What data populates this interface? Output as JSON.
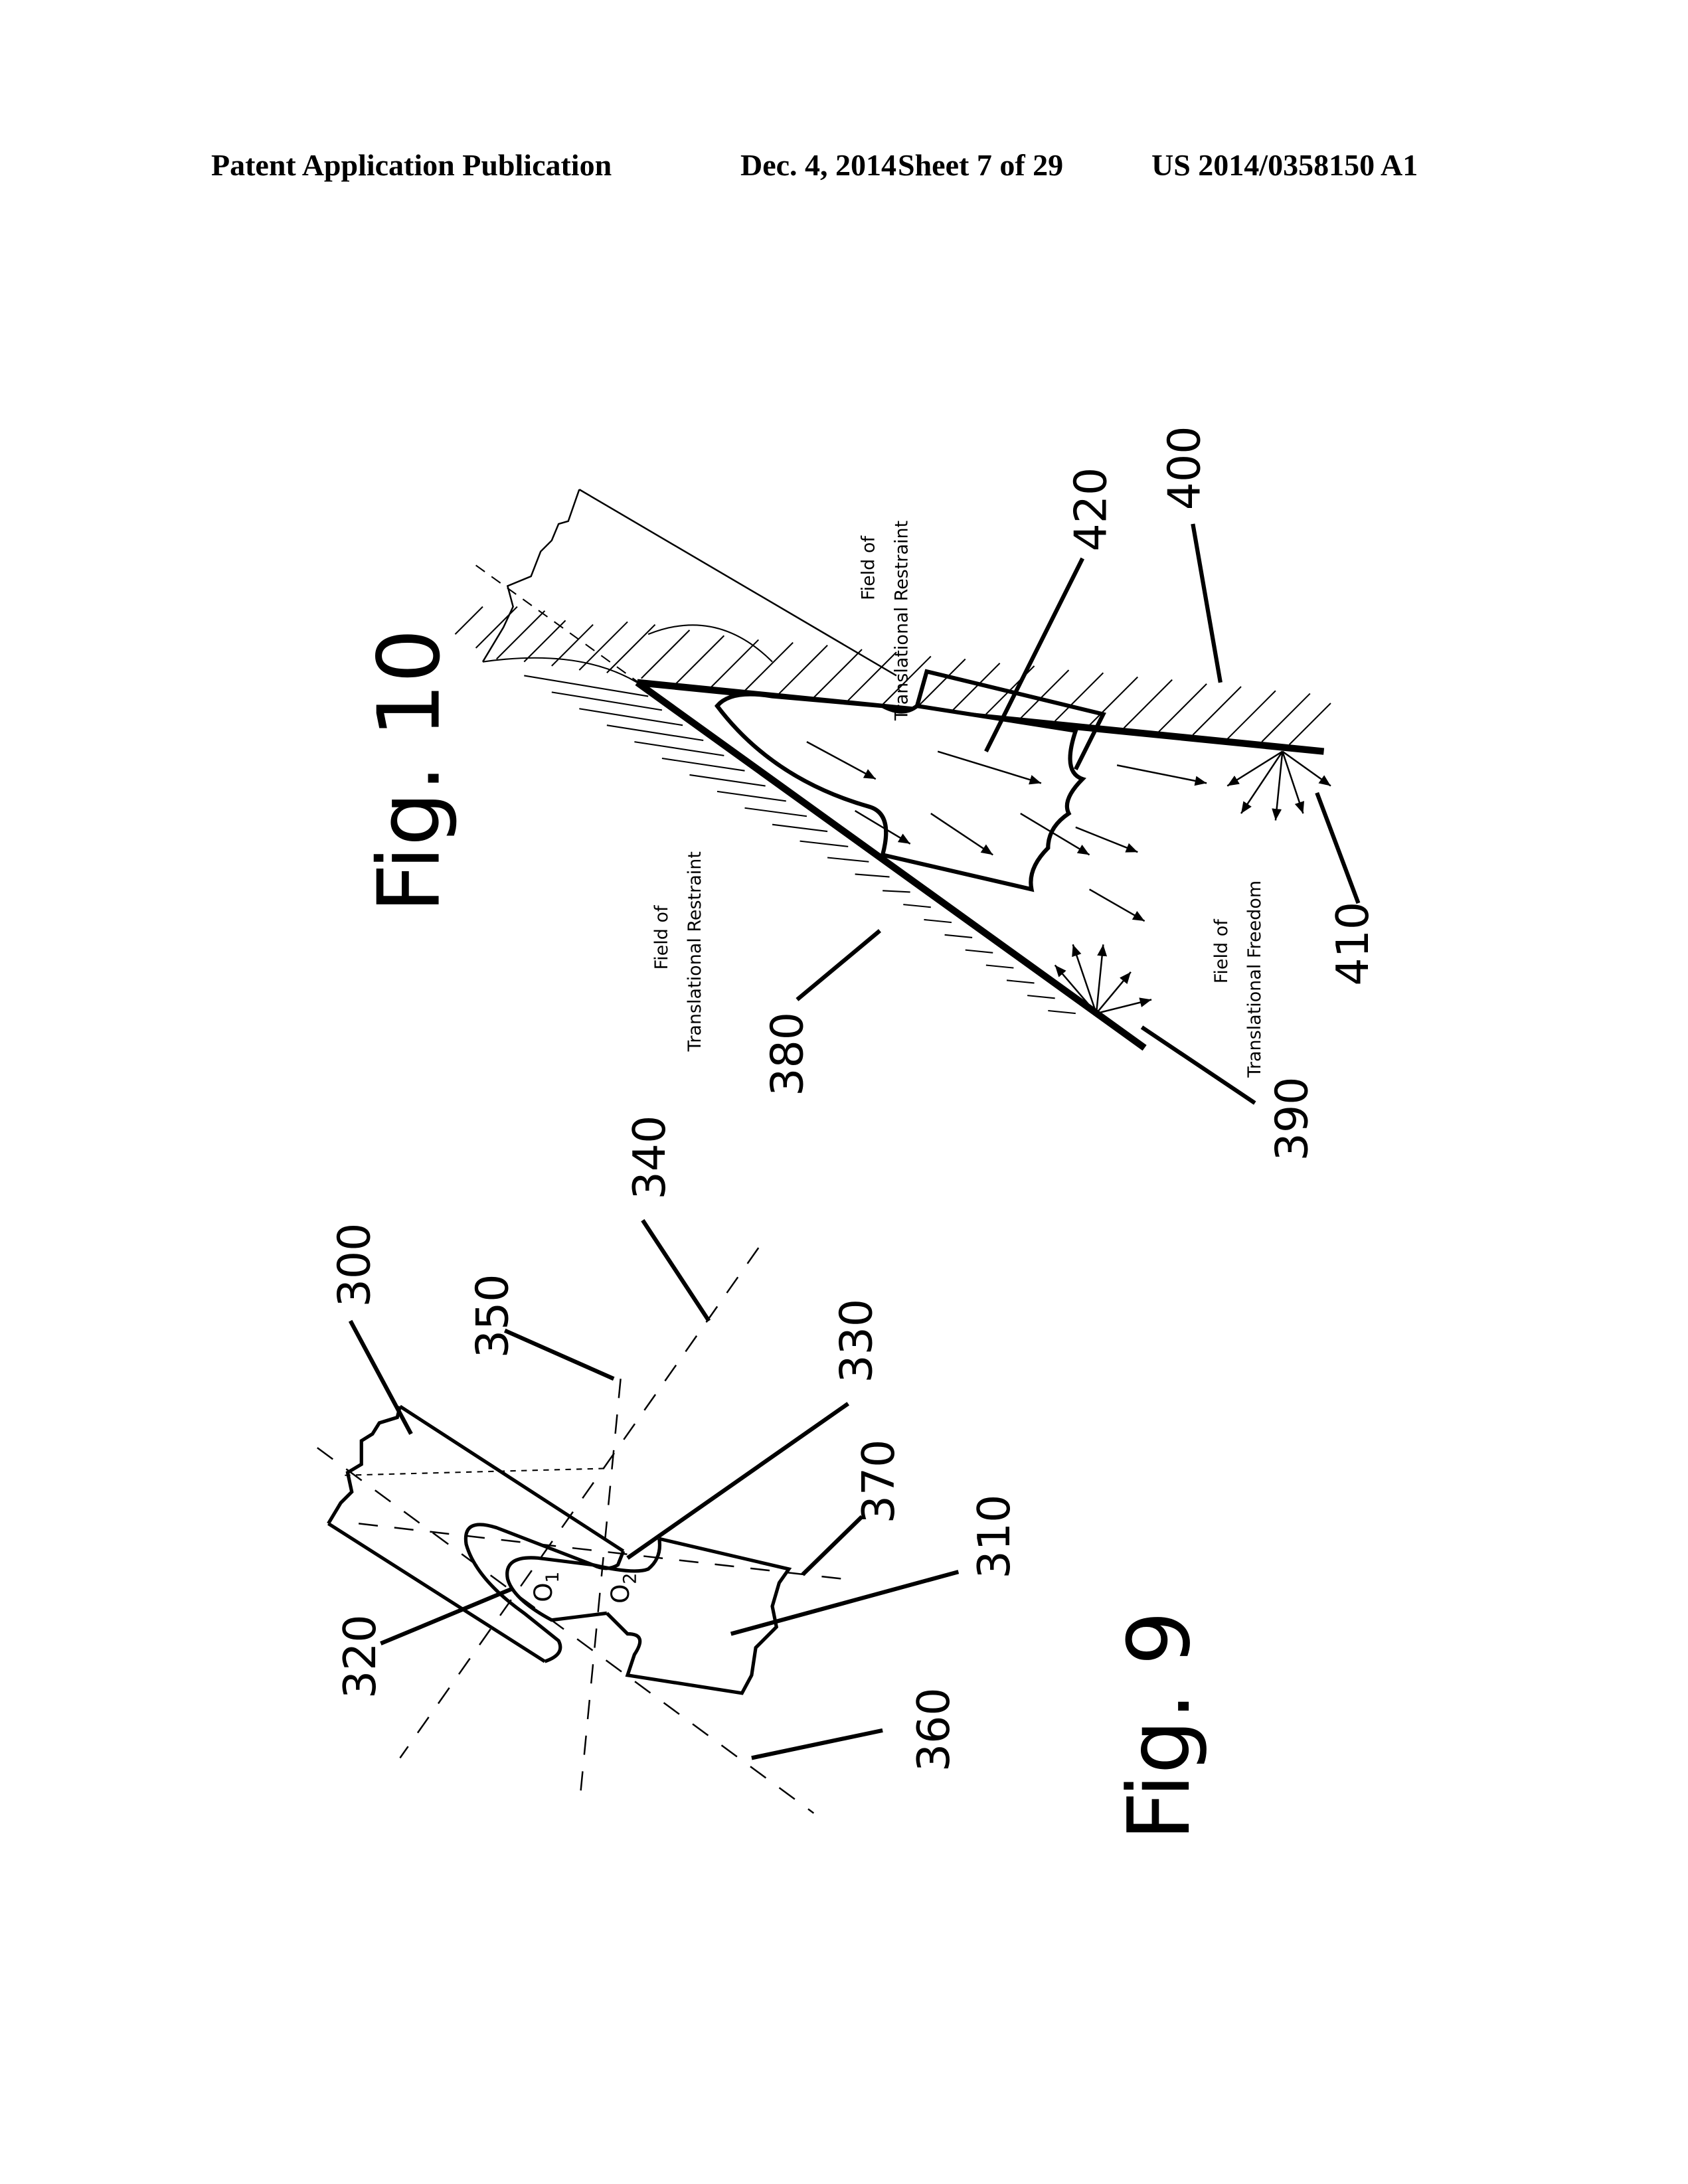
{
  "header": {
    "publication": "Patent Application Publication",
    "date": "Dec. 4, 2014",
    "sheet": "Sheet 7 of 29",
    "number": "US 2014/0358150 A1"
  },
  "fig10": {
    "title": "Fig. 10",
    "restraint_top": [
      "Field of",
      "Translational Restraint"
    ],
    "restraint_left": [
      "Field of",
      "Translational Restraint"
    ],
    "freedom": [
      "Field of",
      "Translational Freedom"
    ],
    "refs": {
      "r380": "380",
      "r390": "390",
      "r400": "400",
      "r410": "410",
      "r420": "420"
    }
  },
  "fig9": {
    "title": "Fig. 9",
    "o1": "O",
    "o1_sub": "1",
    "o2": "O",
    "o2_sub": "2",
    "refs": {
      "r300": "300",
      "r310": "310",
      "r320": "320",
      "r330": "330",
      "r340": "340",
      "r350": "350",
      "r360": "360",
      "r370": "370"
    }
  }
}
